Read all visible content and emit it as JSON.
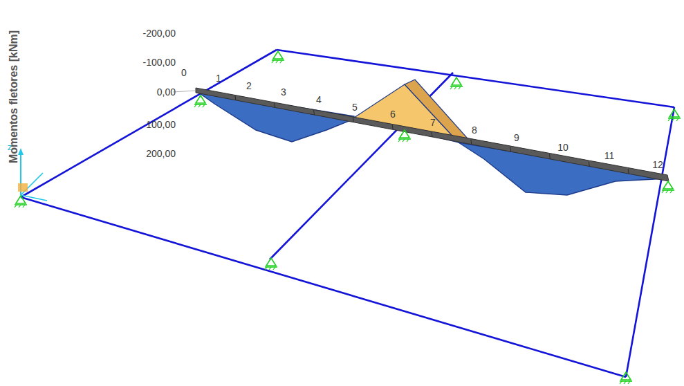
{
  "diagram": {
    "labels": [
      "Momentos fletores [kNm]",
      "-200,00",
      "-100,00",
      "0,00",
      "100,00",
      "200,00",
      "0",
      "1",
      "2",
      "3",
      "4",
      "5",
      "6",
      "7",
      "8",
      "9",
      "10",
      "11",
      "12",
      "z"
    ]
  }
}
